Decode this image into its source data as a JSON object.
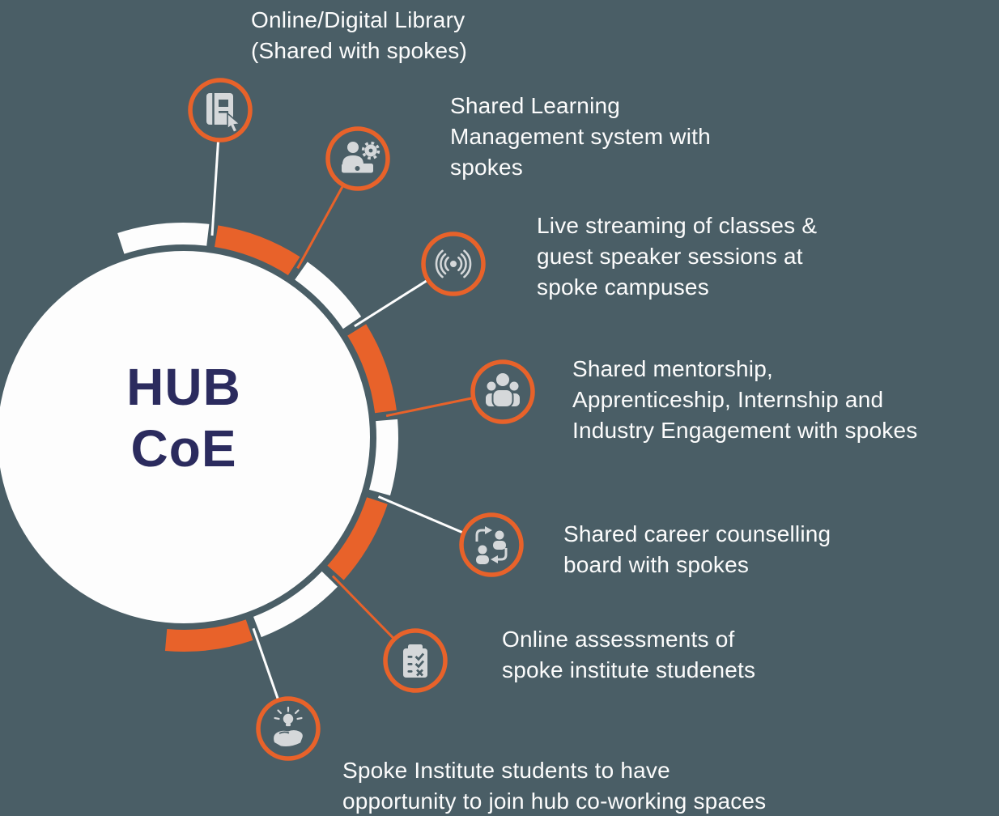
{
  "diagram_title": "HUB CoE hub-and-spoke infographic",
  "colors": {
    "background": "#4A5E66",
    "accent_orange": "#E8622A",
    "hub_fill": "#FDFDFD",
    "hub_text": "#2B2B5E",
    "label_text": "#FCFCFC",
    "icon_gray": "#D5D8DA"
  },
  "hub": {
    "line1": "HUB",
    "line2": "CoE"
  },
  "labels": {
    "library": "Online/Digital Library\n(Shared with spokes)",
    "lms": "Shared Learning\nManagement system with\nspokes",
    "streaming": "Live streaming of classes &\nguest speaker sessions at\nspoke campuses",
    "mentorship": "Shared mentorship,\nApprenticeship, Internship and\nIndustry Engagement with spokes",
    "career": "Shared career counselling\nboard with spokes",
    "assessments": "Online assessments of\nspoke institute studenets",
    "coworking": "Spoke Institute students to have\nopportunity to join hub co-working spaces"
  },
  "spoke_icons": [
    "book-cursor-icon",
    "person-gear-laptop-icon",
    "broadcast-signal-icon",
    "people-group-icon",
    "people-exchange-icon",
    "clipboard-checklist-icon",
    "hand-bulb-icon"
  ]
}
